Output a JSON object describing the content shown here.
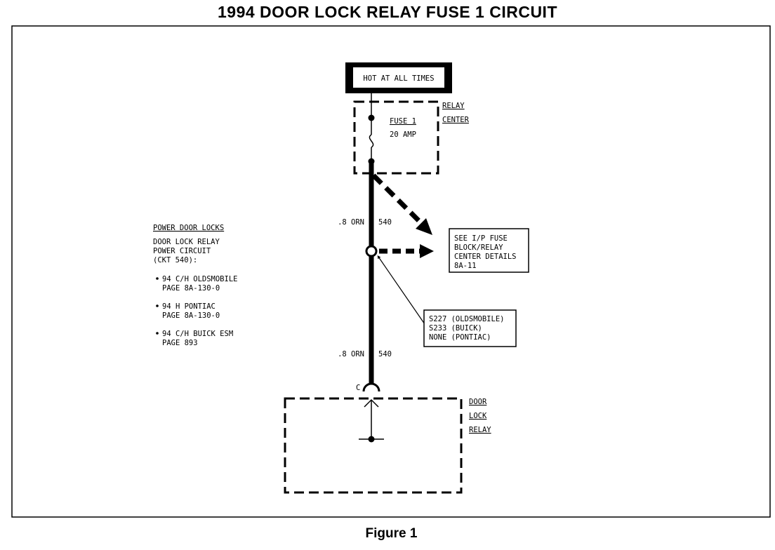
{
  "title": "1994 DOOR LOCK RELAY FUSE 1 CIRCUIT",
  "caption": "Figure 1",
  "source": {
    "label": "HOT AT ALL TIMES"
  },
  "relay_center": {
    "label_line1": "RELAY",
    "label_line2": "CENTER"
  },
  "fuse": {
    "name": "FUSE 1",
    "rating": "20 AMP"
  },
  "wire_labels": [
    {
      "gauge": ".8 ORN",
      "circuit": "540"
    },
    {
      "gauge": ".8 ORN",
      "circuit": "540"
    }
  ],
  "ip_fuse_note": {
    "lines": [
      "SEE I/P FUSE",
      "BLOCK/RELAY",
      "CENTER DETAILS",
      "8A-11"
    ]
  },
  "splice_note": {
    "lines": [
      "S227 (OLDSMOBILE)",
      "S233 (BUICK)",
      "NONE (PONTIAC)"
    ]
  },
  "connector": {
    "label": "C"
  },
  "door_lock_relay": {
    "label_line1": "DOOR",
    "label_line2": "LOCK",
    "label_line3": "RELAY"
  },
  "side_notes": {
    "heading": "POWER DOOR LOCKS",
    "description": [
      "DOOR LOCK RELAY",
      "POWER CIRCUIT",
      "(CKT 540):"
    ],
    "refs": [
      {
        "line1": "94 C/H OLDSMOBILE",
        "line2": "PAGE 8A-130-0"
      },
      {
        "line1": "94 H PONTIAC",
        "line2": "PAGE 8A-130-0"
      },
      {
        "line1": "94 C/H BUICK ESM",
        "line2": "PAGE 893"
      }
    ]
  }
}
